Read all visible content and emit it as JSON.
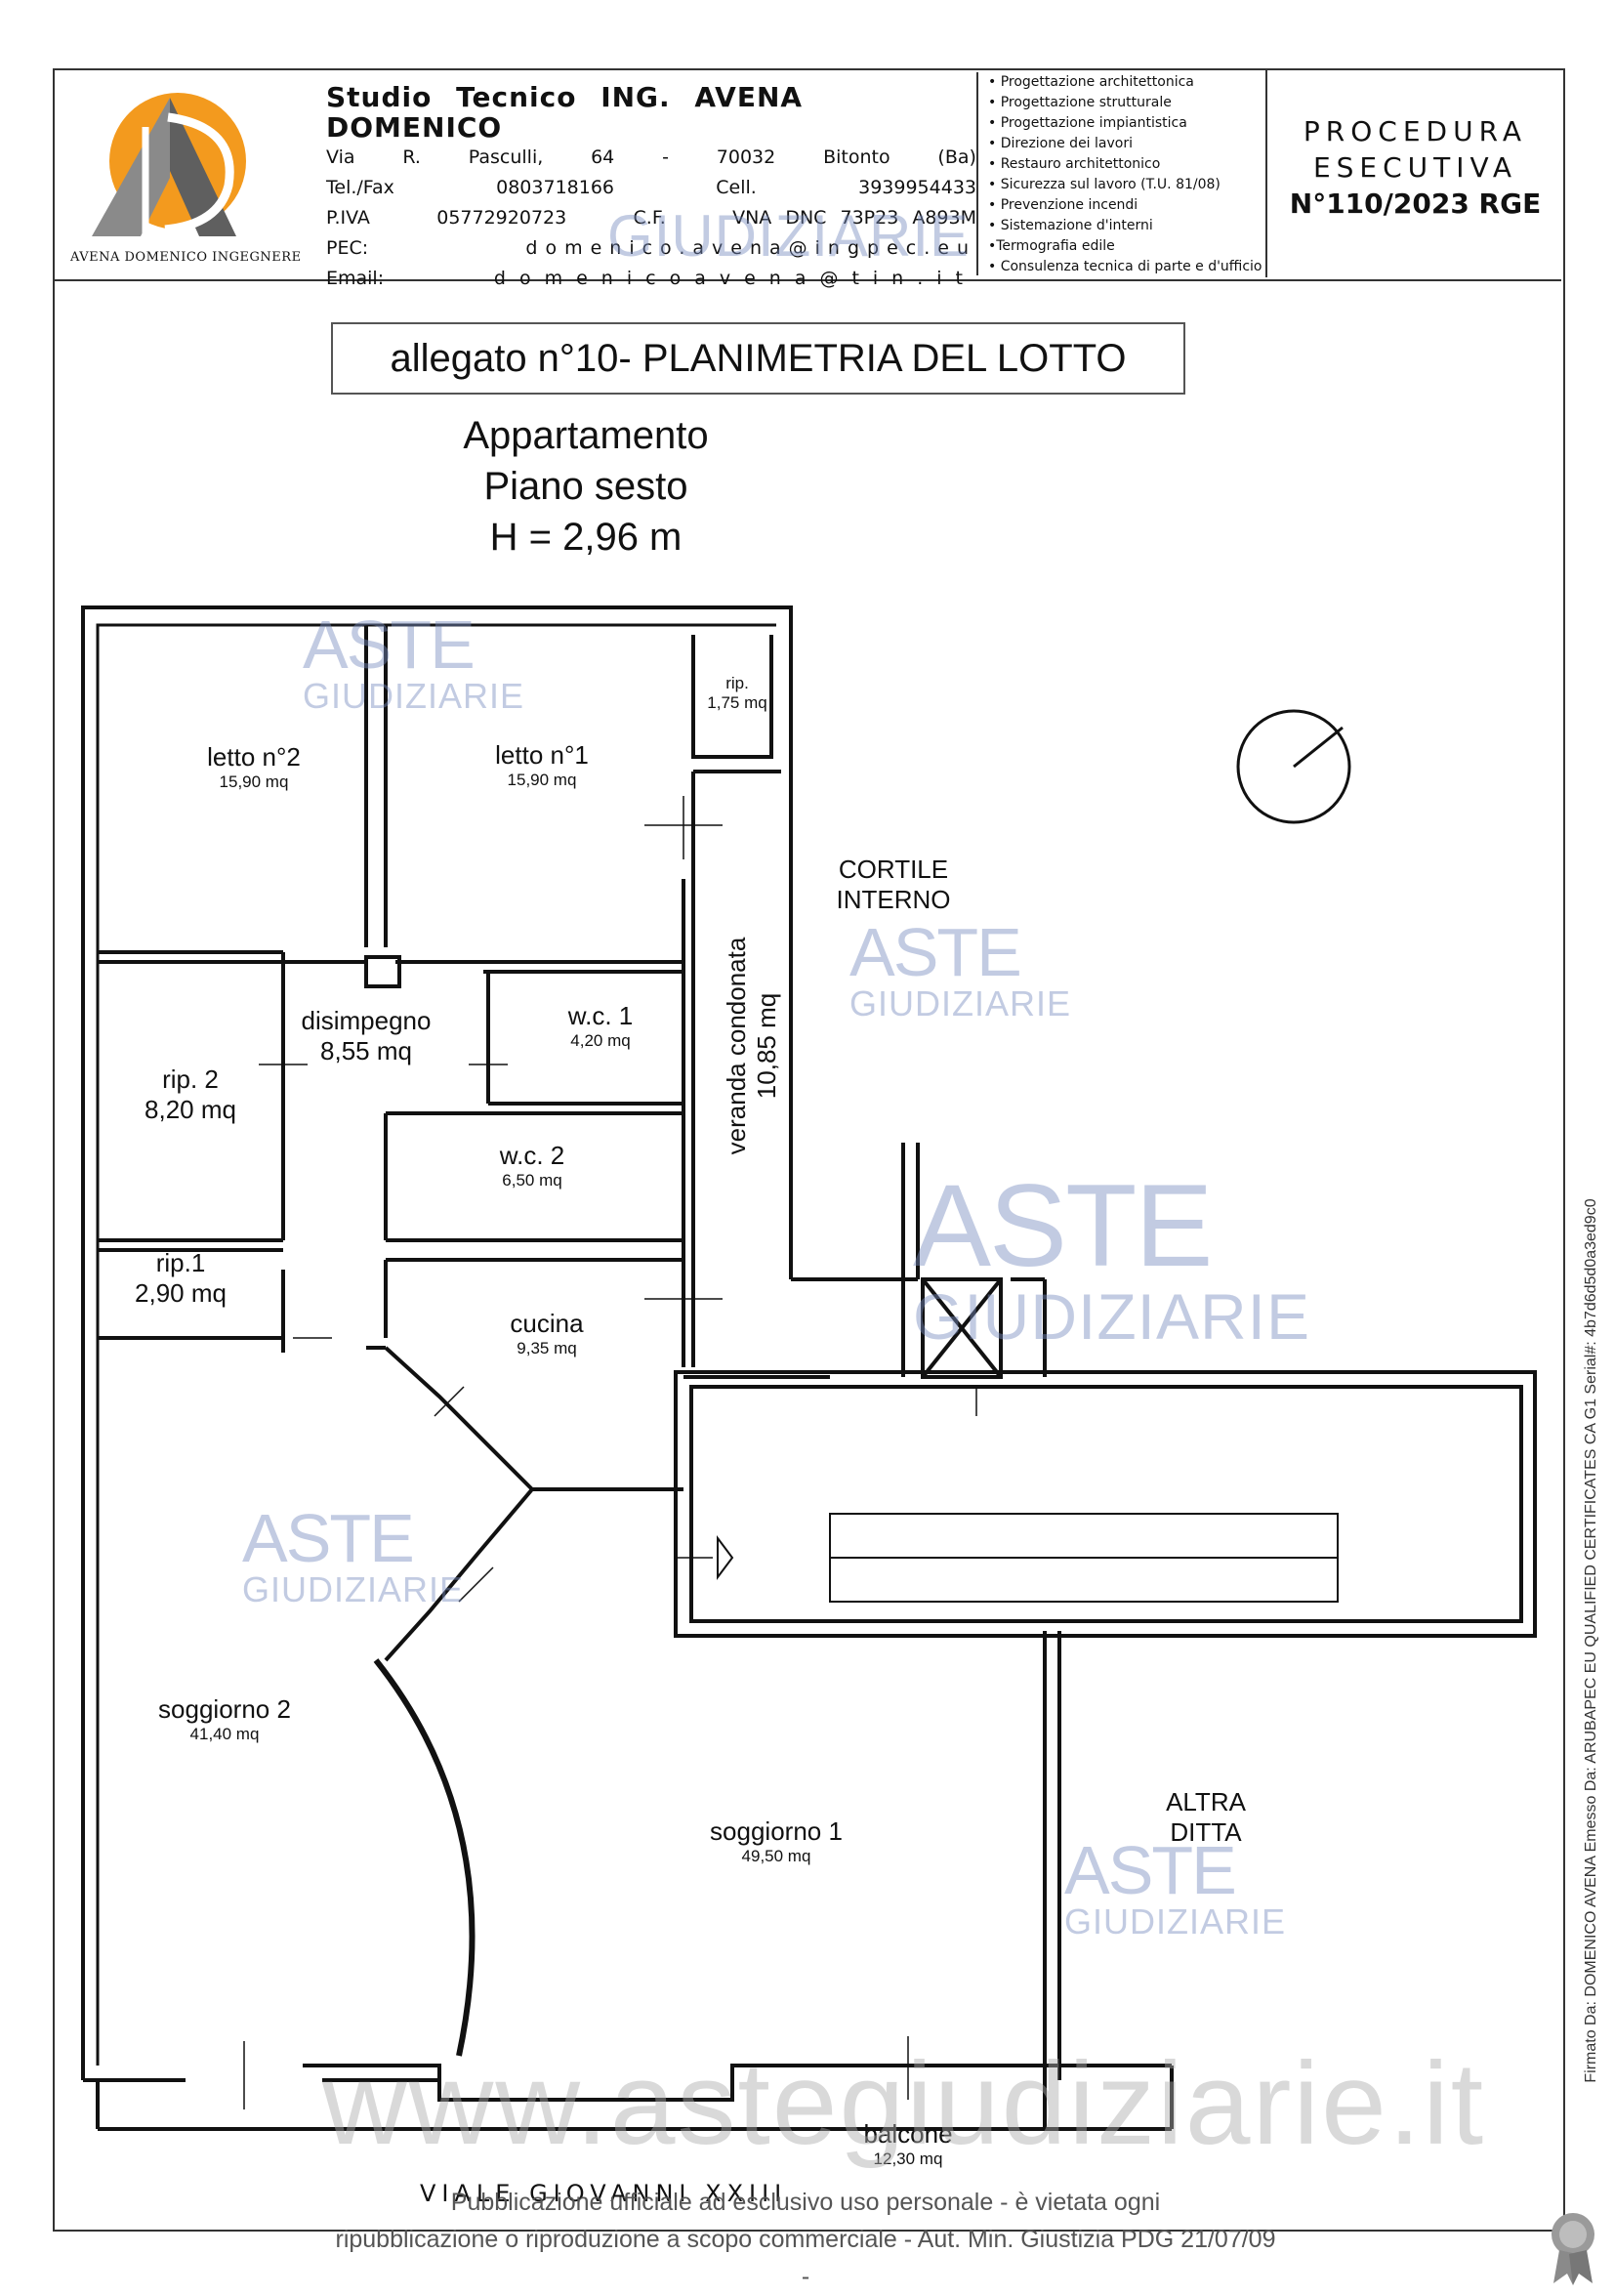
{
  "header": {
    "logo_caption": "AVENA DOMENICO INGEGNERE",
    "studio_name": "Studio Tecnico ING. AVENA DOMENICO",
    "address": [
      "Via",
      "R.",
      "Pasculli,",
      "64",
      "-",
      "70032",
      "Bitonto",
      "(Ba)"
    ],
    "phone_label": "Tel./Fax",
    "phone": "0803718166",
    "cell_label": "Cell.",
    "cell": "3939954433",
    "piva_label": "P.IVA",
    "piva": "05772920723",
    "cf_label": "C.F.",
    "cf": "VNA DNC 73P23 A893M",
    "pec_label": "PEC:",
    "pec": "domenico.avena@ingpec.eu",
    "email_label": "Email:",
    "email": "domenicoavena@tin.it",
    "services": [
      "• Progettazione architettonica",
      "• Progettazione strutturale",
      "• Progettazione impiantistica",
      "• Direzione dei lavori",
      "• Restauro architettonico",
      "• Sicurezza sul lavoro (T.U. 81/08)",
      "• Prevenzione incendi",
      "• Sistemazione d'interni",
      "•Termografia edile",
      "• Consulenza tecnica di parte e d'ufficio"
    ],
    "procedura_line1": "PROCEDURA",
    "procedura_line2": "ESECUTIVA",
    "procedura_line3": "N°110/2023 RGE"
  },
  "title": "allegato n°10- PLANIMETRIA DEL LOTTO",
  "apartment": {
    "line1": "Appartamento",
    "line2": "Piano sesto",
    "line3": "H = 2,96 m"
  },
  "rooms": {
    "letto2": {
      "name": "letto n°2",
      "area": "15,90 mq"
    },
    "letto1": {
      "name": "letto n°1",
      "area": "15,90 mq"
    },
    "rip_small": {
      "name": "rip.",
      "area": "1,75 mq"
    },
    "disimpegno": {
      "name": "disimpegno",
      "area": "8,55 mq"
    },
    "wc1": {
      "name": "w.c. 1",
      "area": "4,20 mq"
    },
    "rip2": {
      "name": "rip. 2",
      "area": "8,20 mq"
    },
    "wc2": {
      "name": "w.c. 2",
      "area": "6,50 mq"
    },
    "rip1": {
      "name": "rip.1",
      "area": "2,90 mq"
    },
    "cucina": {
      "name": "cucina",
      "area": "9,35 mq"
    },
    "veranda": {
      "name": "veranda condonata",
      "area": "10,85 mq"
    },
    "soggiorno2": {
      "name": "soggiorno 2",
      "area": "41,40 mq"
    },
    "soggiorno1": {
      "name": "soggiorno 1",
      "area": "49,50 mq"
    },
    "balcone": {
      "name": "balcone",
      "area": "12,30 mq"
    }
  },
  "labels": {
    "cortile_1": "CORTILE",
    "cortile_2": "INTERNO",
    "altra_1": "ALTRA",
    "altra_2": "DITTA",
    "street": "VIALE GIOVANNI XXIII"
  },
  "watermark": {
    "aste": "ASTE",
    "giudiziarie": "GIUDIZIARIE",
    "site": "www.astegiudiziarie.it"
  },
  "footer": {
    "line1": "Pubblicazione ufficiale ad esclusivo uso personale - è vietata ogni",
    "line2": "ripubblicazione o riproduzione a scopo commerciale - Aut. Min. Giustizia PDG 21/07/09",
    "dash": "-"
  },
  "signature": "Firmato Da: DOMENICO AVENA Emesso Da: ARUBAPEC EU QUALIFIED CERTIFICATES CA G1 Serial#: 4b7d6d5d0a3ed9c0",
  "colors": {
    "logo_orange": "#F39A1E",
    "logo_grey": "#8a8a8a",
    "watermark": "#7f95c4",
    "wall": "#111111"
  }
}
